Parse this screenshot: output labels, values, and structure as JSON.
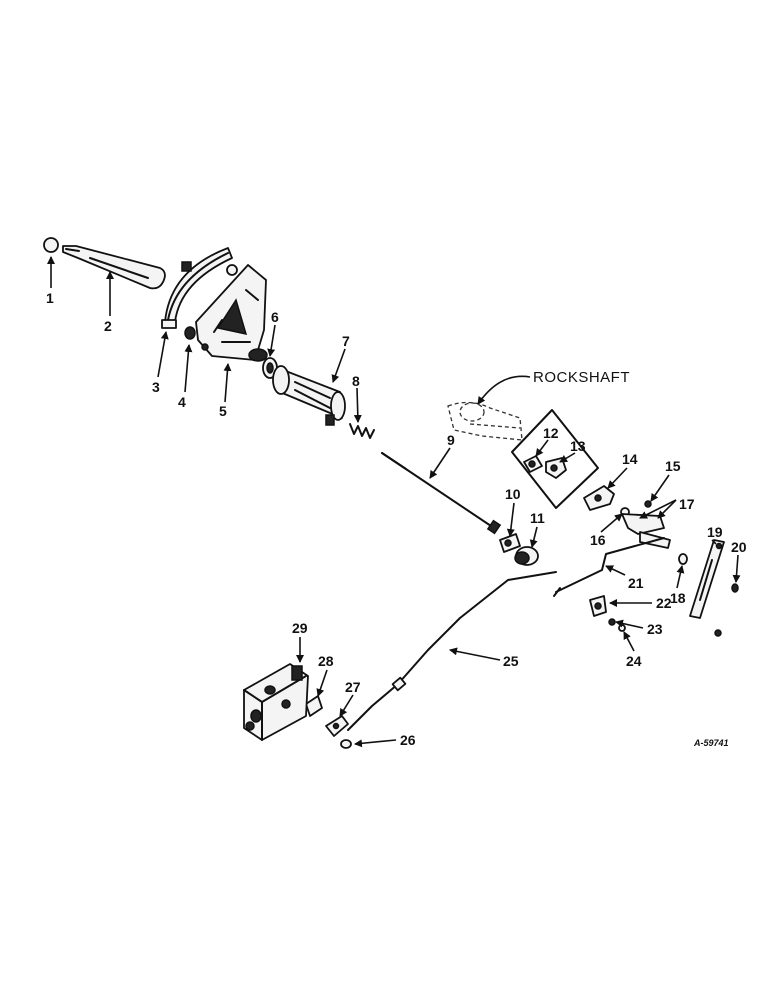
{
  "diagram": {
    "reference_code": "A-59741",
    "rockshaft_label": "ROCKSHAFT",
    "callouts": [
      "1",
      "2",
      "3",
      "4",
      "5",
      "6",
      "7",
      "8",
      "9",
      "10",
      "11",
      "12",
      "13",
      "14",
      "15",
      "16",
      "17",
      "18",
      "19",
      "20",
      "21",
      "22",
      "23",
      "24",
      "25",
      "26",
      "27",
      "28",
      "29"
    ]
  }
}
